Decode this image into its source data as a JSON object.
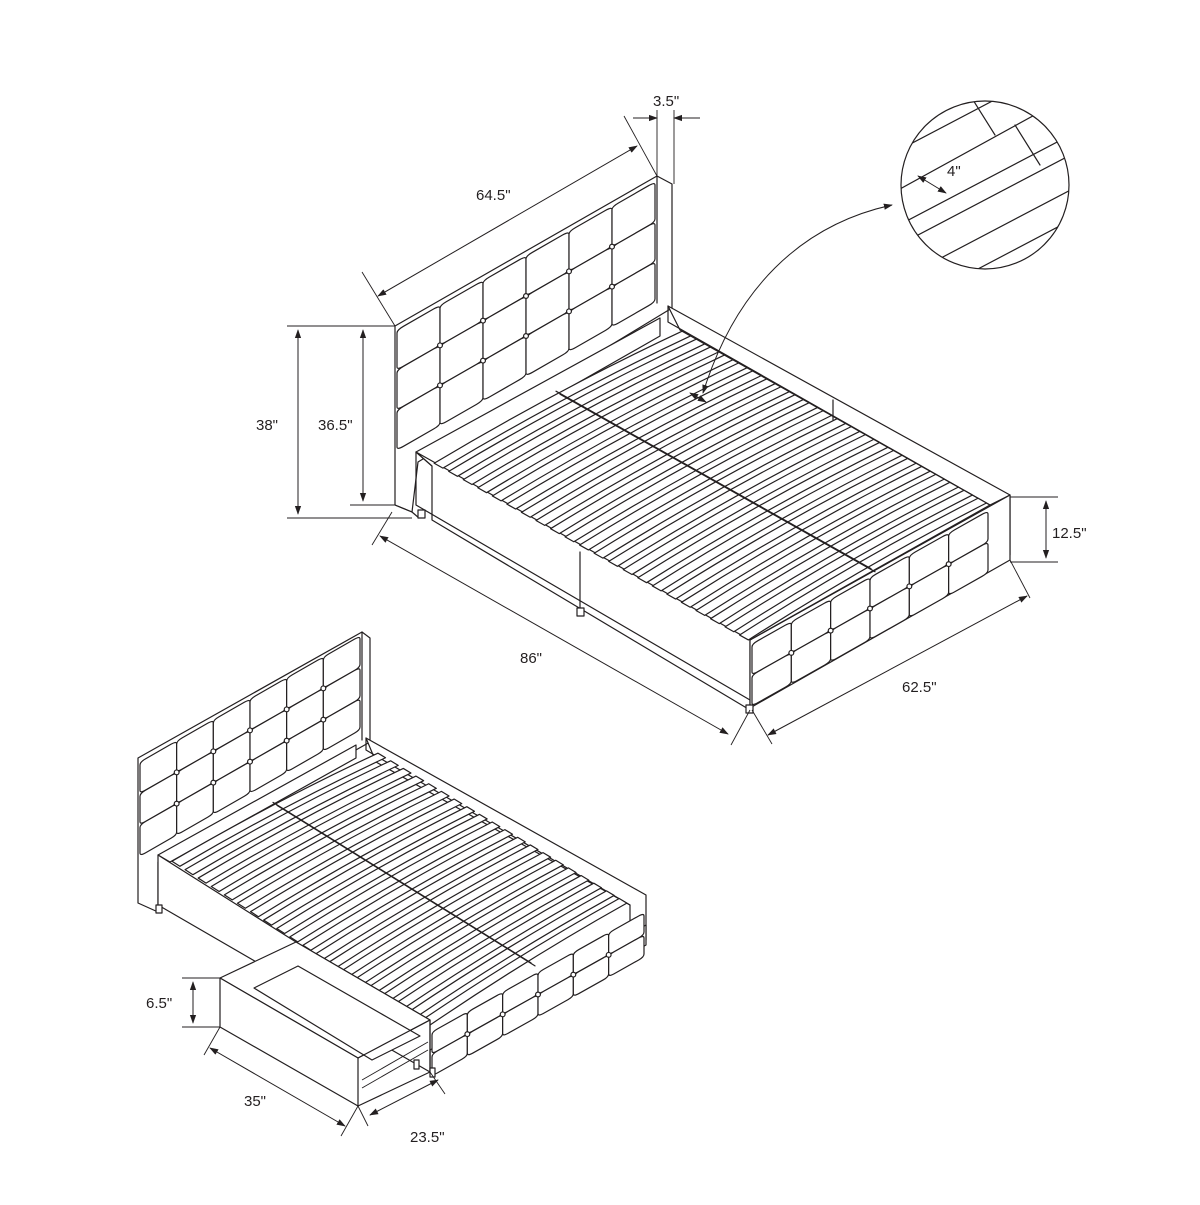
{
  "dimensions": {
    "headboard_width": "64.5\"",
    "headboard_thickness": "3.5\"",
    "slat_width": "4\"",
    "total_height": "38\"",
    "headboard_panel_height": "36.5\"",
    "frame_height": "12.5\"",
    "length": "86\"",
    "width": "62.5\"",
    "drawer_height": "6.5\"",
    "drawer_length": "35\"",
    "drawer_depth": "23.5\""
  }
}
